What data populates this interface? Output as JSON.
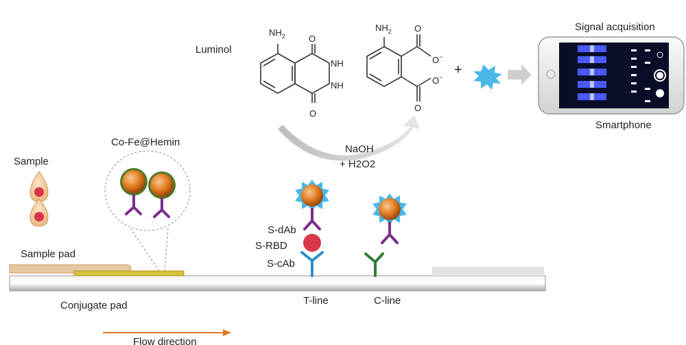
{
  "labels": {
    "luminol": "Luminol",
    "signal_acquisition": "Signal acquisition",
    "smartphone": "Smartphone",
    "co_fe_hemin": "Co-Fe@Hemin",
    "sample": "Sample",
    "sample_pad": "Sample pad",
    "conjugate_pad": "Conjugate pad",
    "s_dab": "S-dAb",
    "s_rbd": "S-RBD",
    "s_cab": "S-cAb",
    "t_line": "T-line",
    "c_line": "C-line",
    "flow_direction": "Flow direction",
    "naoh": "NaOH",
    "h2o2": "+ H2O2",
    "plus": "+"
  },
  "chemistry": {
    "nh2": "NH",
    "nh2_sub": "2",
    "o": "O",
    "nh": "NH",
    "o_minus": "O",
    "minus": "−"
  },
  "colors": {
    "nanoparticle": "#e07a1e",
    "hemin_dots": "#4a7a2a",
    "antibody_detect": "#7b2d8e",
    "antibody_capture": "#2a8fc2",
    "antibody_control": "#2e7d3a",
    "antigen": "#d9364a",
    "spiky_halo": "#49b8e8",
    "flow_arrow": "#e0791e",
    "strip": "#d8d8d8",
    "sample_pad": "#e8c9a3",
    "conjugate_pad": "#d8c23a",
    "phone_screen": "#0a0d28",
    "phone_band": "#4a5aff"
  }
}
